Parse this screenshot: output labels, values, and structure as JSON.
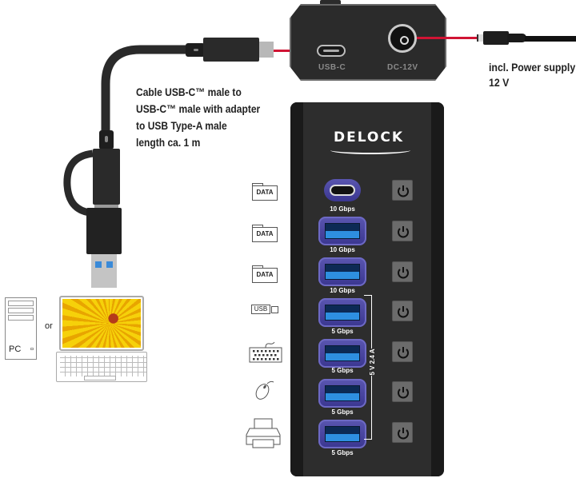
{
  "labels": {
    "cable": [
      "Cable USB-C™ male to",
      "USB-C™ male with adapter",
      "to USB Type-A male",
      "length ca. 1 m"
    ],
    "power_supply": [
      "incl. Power supply",
      "12 V"
    ]
  },
  "power_box": {
    "usbc_caption": "USB-C",
    "dc_caption": "DC-12V"
  },
  "hub": {
    "brand": "DELOCK",
    "bracket_label": "5 V 2.4 A",
    "ports": [
      {
        "type": "usb-c",
        "speed": "10 Gbps",
        "device_icon": "data-folder-icon",
        "device_label": "DATA"
      },
      {
        "type": "usb-a",
        "speed": "10 Gbps",
        "device_icon": "data-folder-icon",
        "device_label": "DATA"
      },
      {
        "type": "usb-a",
        "speed": "10 Gbps",
        "device_icon": "data-folder-icon",
        "device_label": "DATA"
      },
      {
        "type": "usb-a",
        "speed": "5 Gbps",
        "device_icon": "usb-stick-icon",
        "device_label": "USB"
      },
      {
        "type": "usb-a",
        "speed": "5 Gbps",
        "device_icon": "keyboard-icon",
        "device_label": ""
      },
      {
        "type": "usb-a",
        "speed": "5 Gbps",
        "device_icon": "mouse-icon",
        "device_label": ""
      },
      {
        "type": "usb-a",
        "speed": "5 Gbps",
        "device_icon": "printer-icon",
        "device_label": ""
      }
    ]
  },
  "host": {
    "pc_label": "PC",
    "or_label": "or"
  },
  "colors": {
    "signal_line": "#d01434",
    "hub_body": "#2d2d2d",
    "port_ring": "#5a56b0",
    "port_tongue": "#2e8fe0",
    "switch": "#6b6b6b"
  }
}
